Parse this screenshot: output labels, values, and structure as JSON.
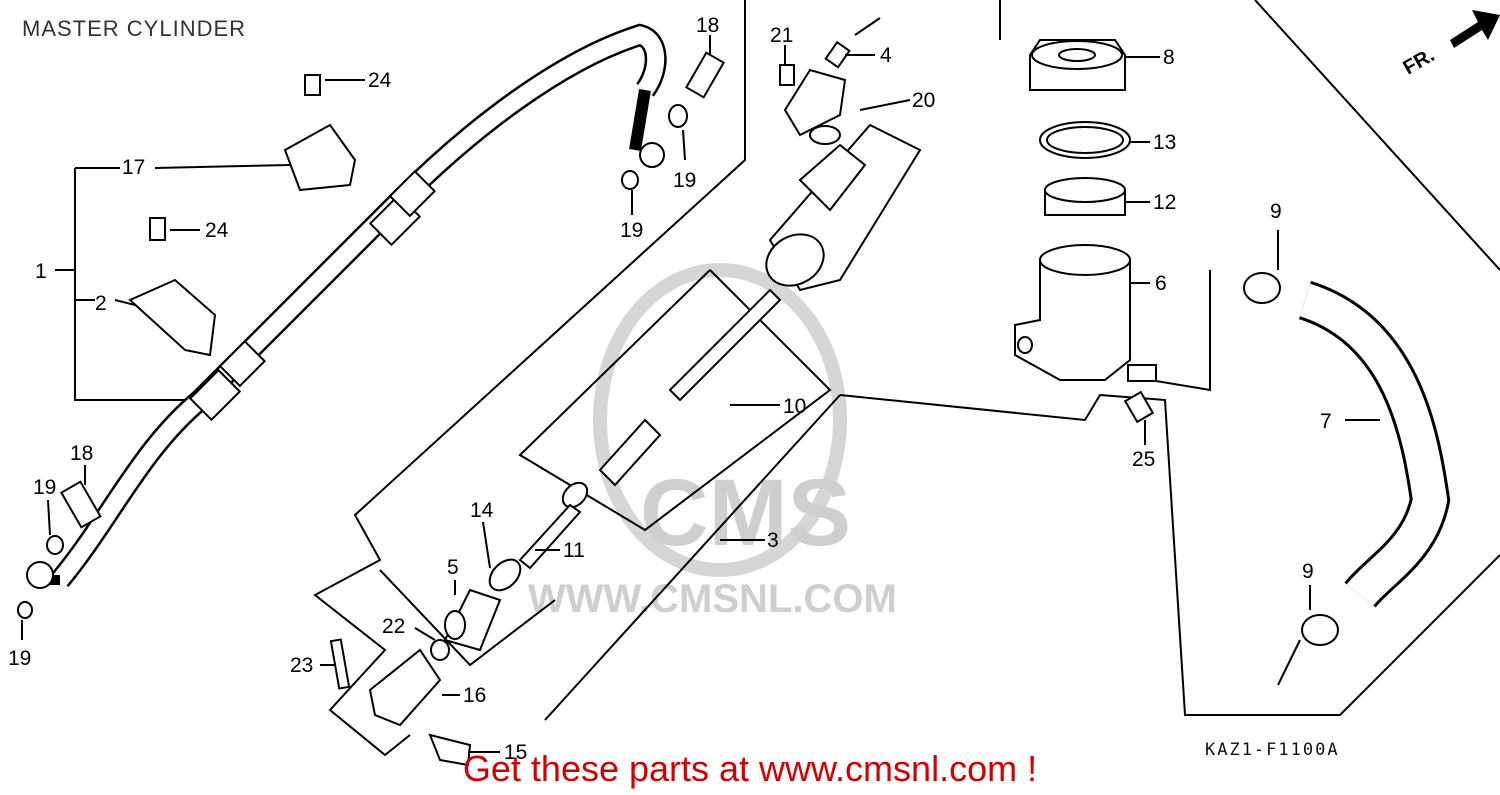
{
  "title": "MASTER CYLINDER",
  "footer": "Get these parts at www.cmsnl.com !",
  "diagram_code": "KAZ1-F1100A",
  "direction_label": "FR.",
  "watermark": {
    "logo_text": "CMS",
    "url_text": "WWW.CMSNL.COM"
  },
  "callouts": [
    {
      "id": "c1",
      "label": "1"
    },
    {
      "id": "c2",
      "label": "2"
    },
    {
      "id": "c17",
      "label": "17"
    },
    {
      "id": "c24a",
      "label": "24"
    },
    {
      "id": "c24b",
      "label": "24"
    },
    {
      "id": "c18a",
      "label": "18"
    },
    {
      "id": "c19a",
      "label": "19"
    },
    {
      "id": "c19b",
      "label": "19"
    },
    {
      "id": "c21",
      "label": "21"
    },
    {
      "id": "c4",
      "label": "4"
    },
    {
      "id": "c20",
      "label": "20"
    },
    {
      "id": "c8",
      "label": "8"
    },
    {
      "id": "c13",
      "label": "13"
    },
    {
      "id": "c12",
      "label": "12"
    },
    {
      "id": "c6",
      "label": "6"
    },
    {
      "id": "c9a",
      "label": "9"
    },
    {
      "id": "c10",
      "label": "10"
    },
    {
      "id": "c7",
      "label": "7"
    },
    {
      "id": "c25",
      "label": "25"
    },
    {
      "id": "c3",
      "label": "3"
    },
    {
      "id": "c14",
      "label": "14"
    },
    {
      "id": "c11",
      "label": "11"
    },
    {
      "id": "c5",
      "label": "5"
    },
    {
      "id": "c9b",
      "label": "9"
    },
    {
      "id": "c22",
      "label": "22"
    },
    {
      "id": "c23",
      "label": "23"
    },
    {
      "id": "c16",
      "label": "16"
    },
    {
      "id": "c15",
      "label": "15"
    },
    {
      "id": "c18b",
      "label": "18"
    },
    {
      "id": "c19c",
      "label": "19"
    },
    {
      "id": "c19d",
      "label": "19"
    }
  ]
}
